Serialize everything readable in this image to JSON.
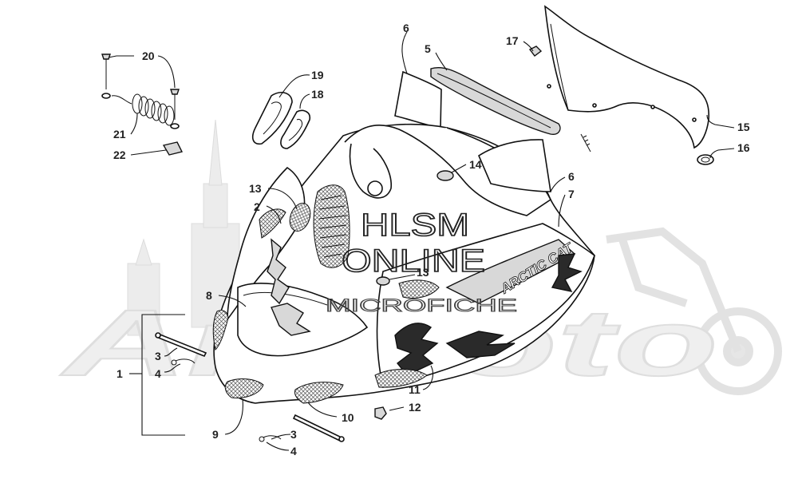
{
  "watermark": {
    "background_brand": "ArtMoto",
    "stamp_line1": "HLSM",
    "stamp_line2": "ONLINE",
    "stamp_line3": "MICROFICHE"
  },
  "decal_text": "ARCTIC CAT",
  "callouts": {
    "c1": "1",
    "c2": "2",
    "c3a": "3",
    "c3b": "3",
    "c4a": "4",
    "c4b": "4",
    "c5": "5",
    "c6a": "6",
    "c6b": "6",
    "c7": "7",
    "c8": "8",
    "c9": "9",
    "c10": "10",
    "c11": "11",
    "c12": "12",
    "c13a": "13",
    "c13b": "13",
    "c14": "14",
    "c15": "15",
    "c16": "16",
    "c17": "17",
    "c18": "18",
    "c19": "19",
    "c20": "20",
    "c21": "21",
    "c22": "22"
  }
}
